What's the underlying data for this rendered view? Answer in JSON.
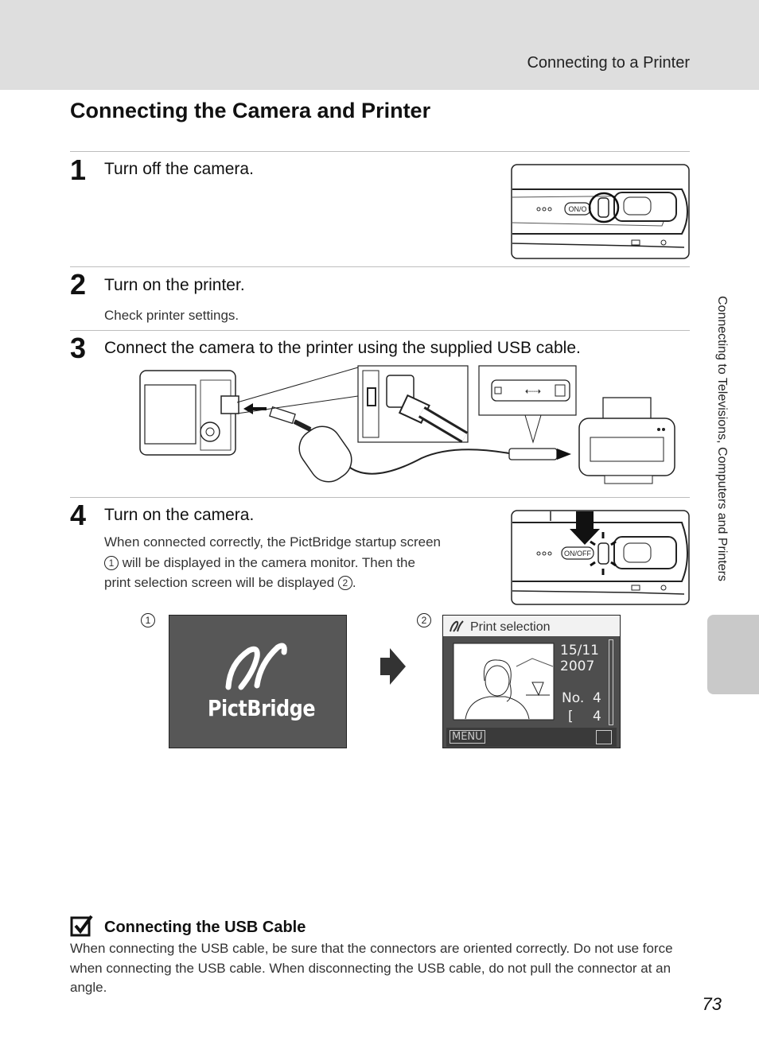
{
  "header": {
    "running_head": "Connecting to a Printer"
  },
  "page_title": "Connecting the Camera and Printer",
  "steps": [
    {
      "number": "1",
      "text": "Turn off the camera."
    },
    {
      "number": "2",
      "text": "Turn on the printer.",
      "sub": "Check printer settings."
    },
    {
      "number": "3",
      "text": "Connect the camera to the printer using the supplied USB cable."
    },
    {
      "number": "4",
      "text": "Turn on the camera.",
      "sub_a": "When connected correctly, the PictBridge startup screen",
      "sub_b": "will be displayed in the camera monitor. Then the",
      "sub_c": "print selection screen will be displayed",
      "ref1": "1",
      "ref2": "2",
      "end": "."
    }
  ],
  "illustrations": {
    "power_button": "ON/O",
    "power_button_full": "ON/OFF"
  },
  "screens": {
    "label1": "1",
    "label2": "2",
    "pictbridge_label": "PictBridge",
    "print_selection": {
      "title": "Print selection",
      "date_day": "15/11",
      "date_year": "2007",
      "no_label": "No.",
      "no_value": "4",
      "count_value": "4",
      "menu_label": "MENU"
    }
  },
  "side_tab": {
    "text": "Connecting to Televisions, Computers and Printers"
  },
  "note": {
    "title": "Connecting the USB Cable",
    "text": "When connecting the USB cable, be sure that the connectors are oriented correctly. Do not use force when connecting the USB cable. When disconnecting the USB cable, do not pull the connector at an angle."
  },
  "page_number": "73",
  "colors": {
    "header_band": "#dedede",
    "side_tab": "#c9c9c9",
    "screen_dark": "#575757"
  }
}
